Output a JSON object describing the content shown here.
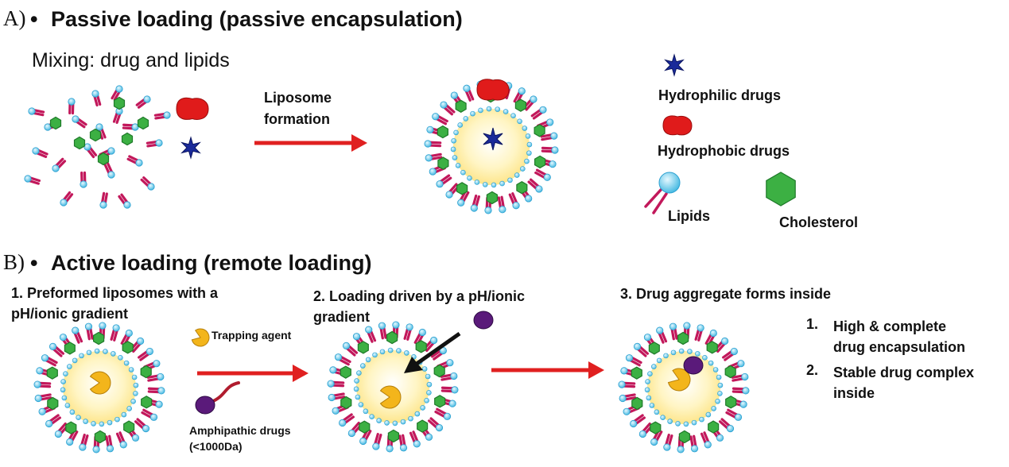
{
  "panel_a": {
    "letter": "A)",
    "bullet": "•",
    "title": "Passive loading (passive encapsulation)",
    "subtitle": "Mixing: drug and lipids",
    "arrow_label": "Liposome\nformation"
  },
  "legend": {
    "hydrophilic": "Hydrophilic drugs",
    "hydrophobic": "Hydrophobic drugs",
    "lipids": "Lipids",
    "cholesterol": "Cholesterol"
  },
  "panel_b": {
    "letter": "B)",
    "bullet": "•",
    "title": "Active loading (remote loading)",
    "step1": "1. Preformed liposomes with a\npH/ionic gradient",
    "step2": "2. Loading driven by a  pH/ionic\ngradient",
    "step3": "3. Drug aggregate forms inside",
    "trapping_agent": "Trapping agent",
    "amphipathic": "Amphipathic drugs\n(<1000Da)",
    "results": [
      {
        "num": "1.",
        "text": "High & complete\ndrug encapsulation"
      },
      {
        "num": "2.",
        "text": "Stable drug complex\ninside"
      }
    ]
  },
  "colors": {
    "lipid_head": "#5bc8e8",
    "lipid_tail": "#c2185b",
    "cholesterol": "#3cb043",
    "core": "#fff3b0",
    "hydrophilic_drug": "#1a2a9a",
    "hydrophobic_drug": "#e01b1b",
    "arrow": "#e02020",
    "amphipathic_drug": "#5a1a7a",
    "trapping_agent": "#f3b51b"
  }
}
